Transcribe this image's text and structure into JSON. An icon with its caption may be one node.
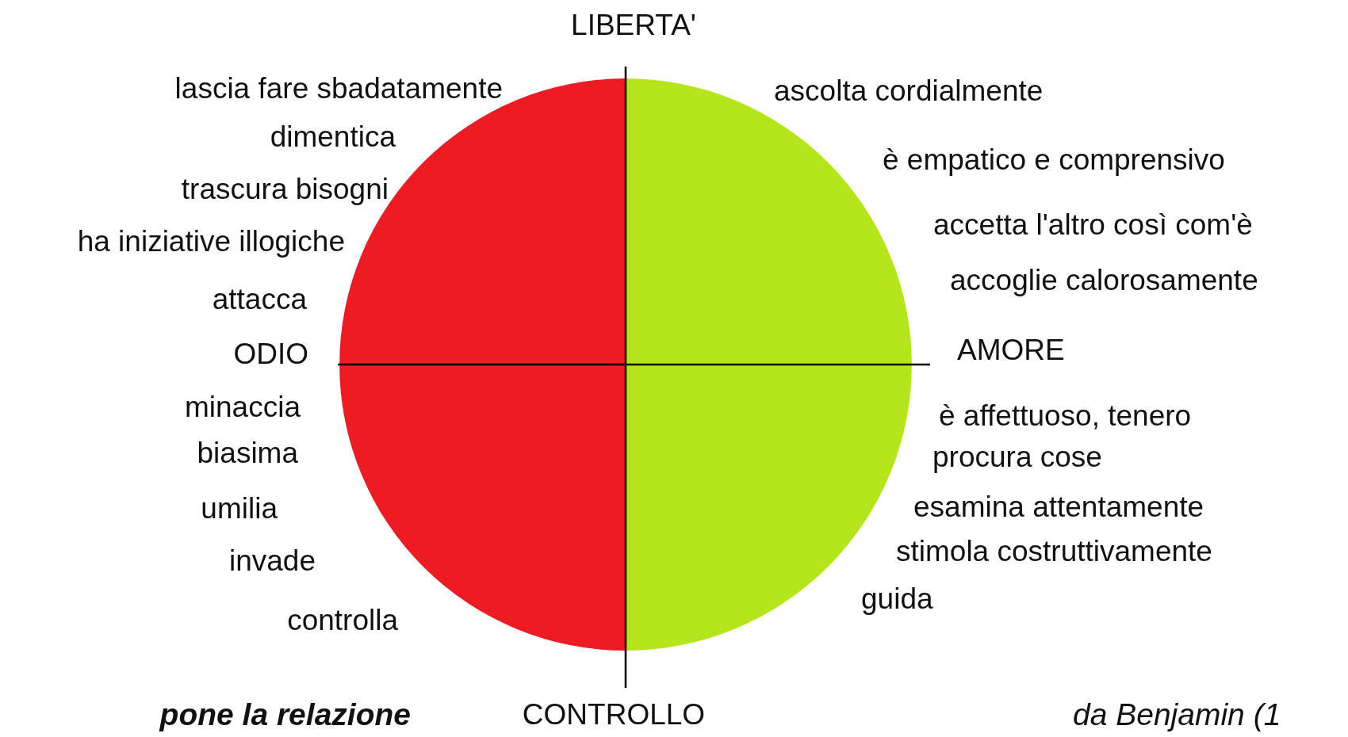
{
  "diagram": {
    "labels": [
      "LIBERTA'",
      "lascia fare sbadatamente",
      "ascolta cordialmente",
      "dimentica",
      "è empatico e comprensivo",
      "trascura bisogni",
      "accetta l'altro così com'è",
      "ha iniziative illogiche",
      "accoglie calorosamente",
      "attacca",
      "ODIO",
      "AMORE",
      "minaccia",
      "è affettuoso, tenero",
      "biasima",
      "procura cose",
      "umilia",
      "esamina attentamente",
      "invade",
      "stimola costruttivamente",
      "guida",
      "controlla",
      "pone la relazione",
      "CONTROLLO",
      "da Benjamin (1"
    ]
  }
}
